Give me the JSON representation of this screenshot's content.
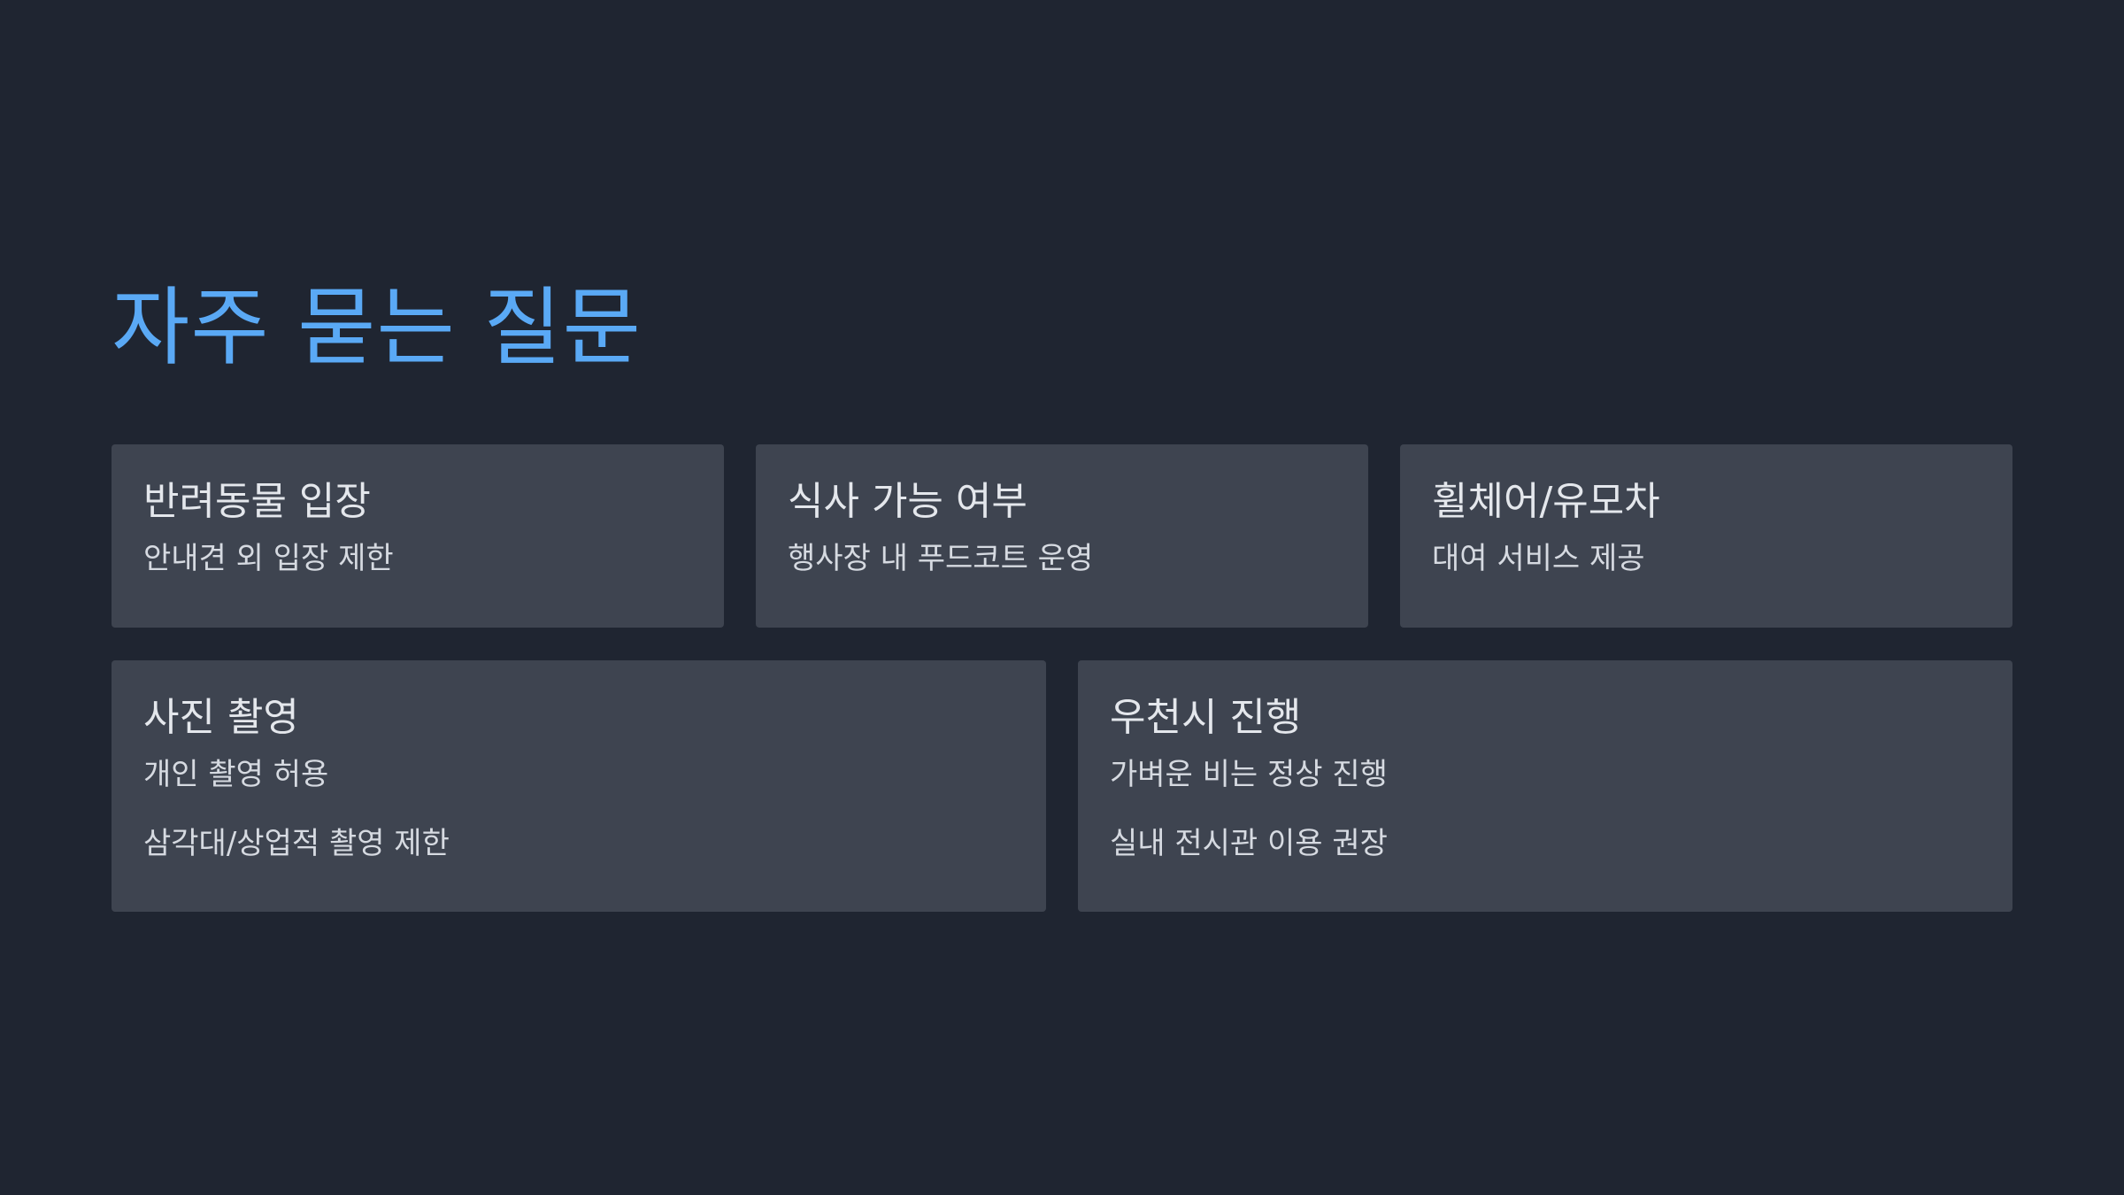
{
  "title": "자주 묻는 질문",
  "faq_top": [
    {
      "title": "반려동물 입장",
      "lines": [
        "안내견 외 입장 제한"
      ]
    },
    {
      "title": "식사 가능 여부",
      "lines": [
        "행사장 내 푸드코트 운영"
      ]
    },
    {
      "title": "휠체어/유모차",
      "lines": [
        "대여 서비스 제공"
      ]
    }
  ],
  "faq_bottom": [
    {
      "title": "사진 촬영",
      "lines": [
        "개인 촬영 허용",
        "삼각대/상업적 촬영 제한"
      ]
    },
    {
      "title": "우천시 진행",
      "lines": [
        "가벼운 비는 정상 진행",
        "실내 전시관 이용 권장"
      ]
    }
  ],
  "colors": {
    "background": "#1f2531",
    "card": "#3e4450",
    "accent": "#5aa9f5",
    "text": "#e4e7ec"
  }
}
